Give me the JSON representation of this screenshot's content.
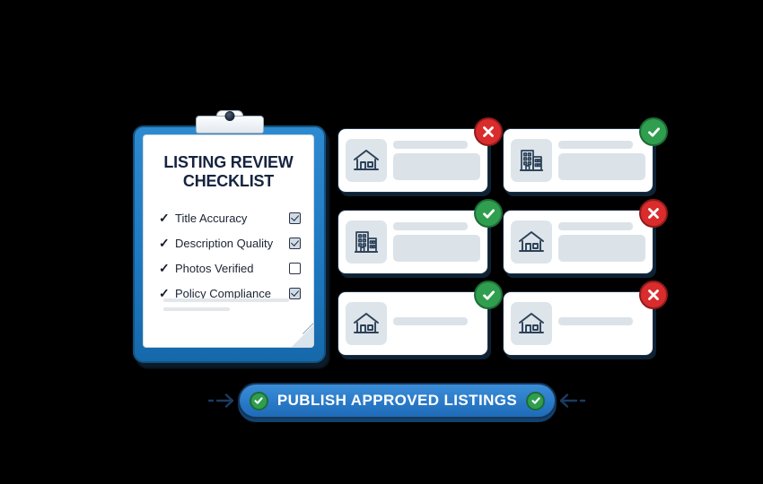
{
  "scene": {
    "background_color": "#000000",
    "accent_blue": "#2878c6",
    "approve_green": "#2f9e4f",
    "reject_red": "#da2c2c",
    "title_navy": "#16243f"
  },
  "clipboard": {
    "name": "listing-review-clipboard",
    "title_line_1": "LISTING REVIEW",
    "title_line_2": "CHECKLIST",
    "board_color": "#1f79c1",
    "paper_color": "#ffffff",
    "items": [
      {
        "label": "Title Accuracy",
        "tick": "✓",
        "checked": true
      },
      {
        "label": "Description Quality",
        "tick": "✓",
        "checked": true
      },
      {
        "label": "Photos Verified",
        "tick": "✓",
        "checked": false
      },
      {
        "label": "Policy Compliance",
        "tick": "✓",
        "checked": true
      }
    ],
    "placeholder_lines": 2
  },
  "listings": {
    "name": "listing-cards-grid",
    "columns": 2,
    "rows": 3,
    "cards": [
      {
        "id": "card-1",
        "property_icon": "house-icon",
        "status": "rejected",
        "status_icon": "x-circle-icon",
        "has_body_block": true
      },
      {
        "id": "card-2",
        "property_icon": "building-icon",
        "status": "approved",
        "status_icon": "check-circle-icon",
        "has_body_block": true
      },
      {
        "id": "card-3",
        "property_icon": "building-icon",
        "status": "approved",
        "status_icon": "check-circle-icon",
        "has_body_block": true
      },
      {
        "id": "card-4",
        "property_icon": "house-icon",
        "status": "rejected",
        "status_icon": "x-circle-icon",
        "has_body_block": true
      },
      {
        "id": "card-5",
        "property_icon": "house-icon",
        "status": "approved",
        "status_icon": "check-circle-icon",
        "has_body_block": false
      },
      {
        "id": "card-6",
        "property_icon": "house-icon",
        "status": "rejected",
        "status_icon": "x-circle-icon",
        "has_body_block": false
      }
    ]
  },
  "publish": {
    "name": "publish-approved-listings-button",
    "label": "PUBLISH APPROVED LISTINGS",
    "left_badge_icon": "check-circle-icon",
    "right_badge_icon": "check-circle-icon",
    "left_arrow_icon": "arrow-right-icon",
    "right_arrow_icon": "arrow-left-icon",
    "button_color": "#2878c6"
  }
}
